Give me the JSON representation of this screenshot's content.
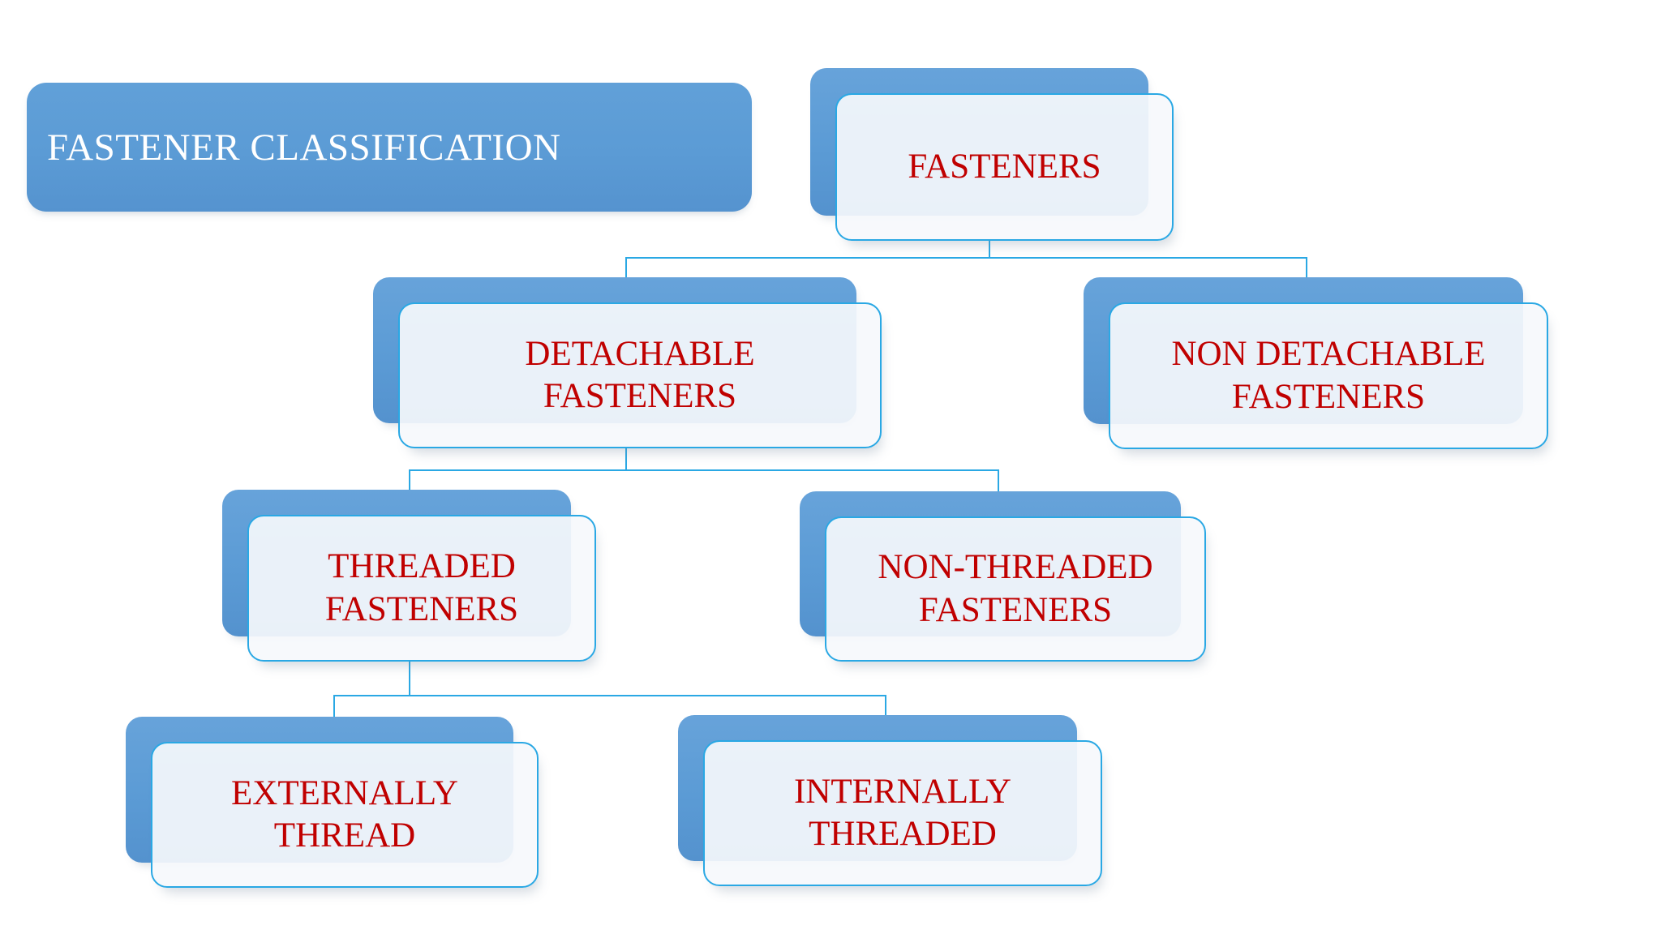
{
  "slide": {
    "title_banner": "FASTENER CLASSIFICATION"
  },
  "diagram": {
    "type": "hierarchy-tree",
    "nodes": [
      {
        "id": "fasteners",
        "label": "FASTENERS",
        "parent": null
      },
      {
        "id": "detachable-fasteners",
        "label": "DETACHABLE\nFASTENERS",
        "parent": "fasteners"
      },
      {
        "id": "non-detachable-fasteners",
        "label": "NON DETACHABLE\nFASTENERS",
        "parent": "fasteners"
      },
      {
        "id": "threaded-fasteners",
        "label": "THREADED\nFASTENERS",
        "parent": "detachable-fasteners"
      },
      {
        "id": "non-threaded-fasteners",
        "label": "NON-THREADED\nFASTENERS",
        "parent": "detachable-fasteners"
      },
      {
        "id": "externally-thread",
        "label": "EXTERNALLY\nTHREAD",
        "parent": "threaded-fasteners"
      },
      {
        "id": "internally-threaded",
        "label": "INTERNALLY\nTHREADED",
        "parent": "threaded-fasteners"
      }
    ]
  },
  "colors": {
    "background": "#FFFFFF",
    "banner_fill": "#5B9BD5",
    "banner_text": "#FFFFFF",
    "node_back_fill": "#5B9BD5",
    "node_front_fill": "#EEF2F9",
    "node_border": "#2AA8E4",
    "connector_line": "#2AA8E4",
    "node_text": "#C00000"
  }
}
